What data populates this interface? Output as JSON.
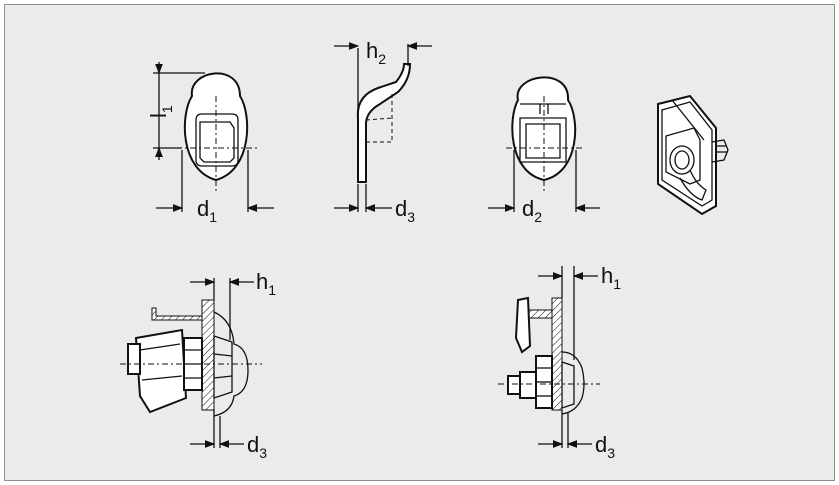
{
  "colors": {
    "background": "#ebebeb",
    "border": "#8f8f8f",
    "ink": "#111111"
  },
  "labels": {
    "l1": {
      "main": "l",
      "sub": "1"
    },
    "d1": {
      "main": "d",
      "sub": "1"
    },
    "h2": {
      "main": "h",
      "sub": "2"
    },
    "d3_top": {
      "main": "d",
      "sub": "3"
    },
    "d2": {
      "main": "d",
      "sub": "2"
    },
    "h1_left": {
      "main": "h",
      "sub": "1"
    },
    "d3_left": {
      "main": "d",
      "sub": "3"
    },
    "h1_right": {
      "main": "h",
      "sub": "1"
    },
    "d3_right": {
      "main": "d",
      "sub": "3"
    }
  }
}
